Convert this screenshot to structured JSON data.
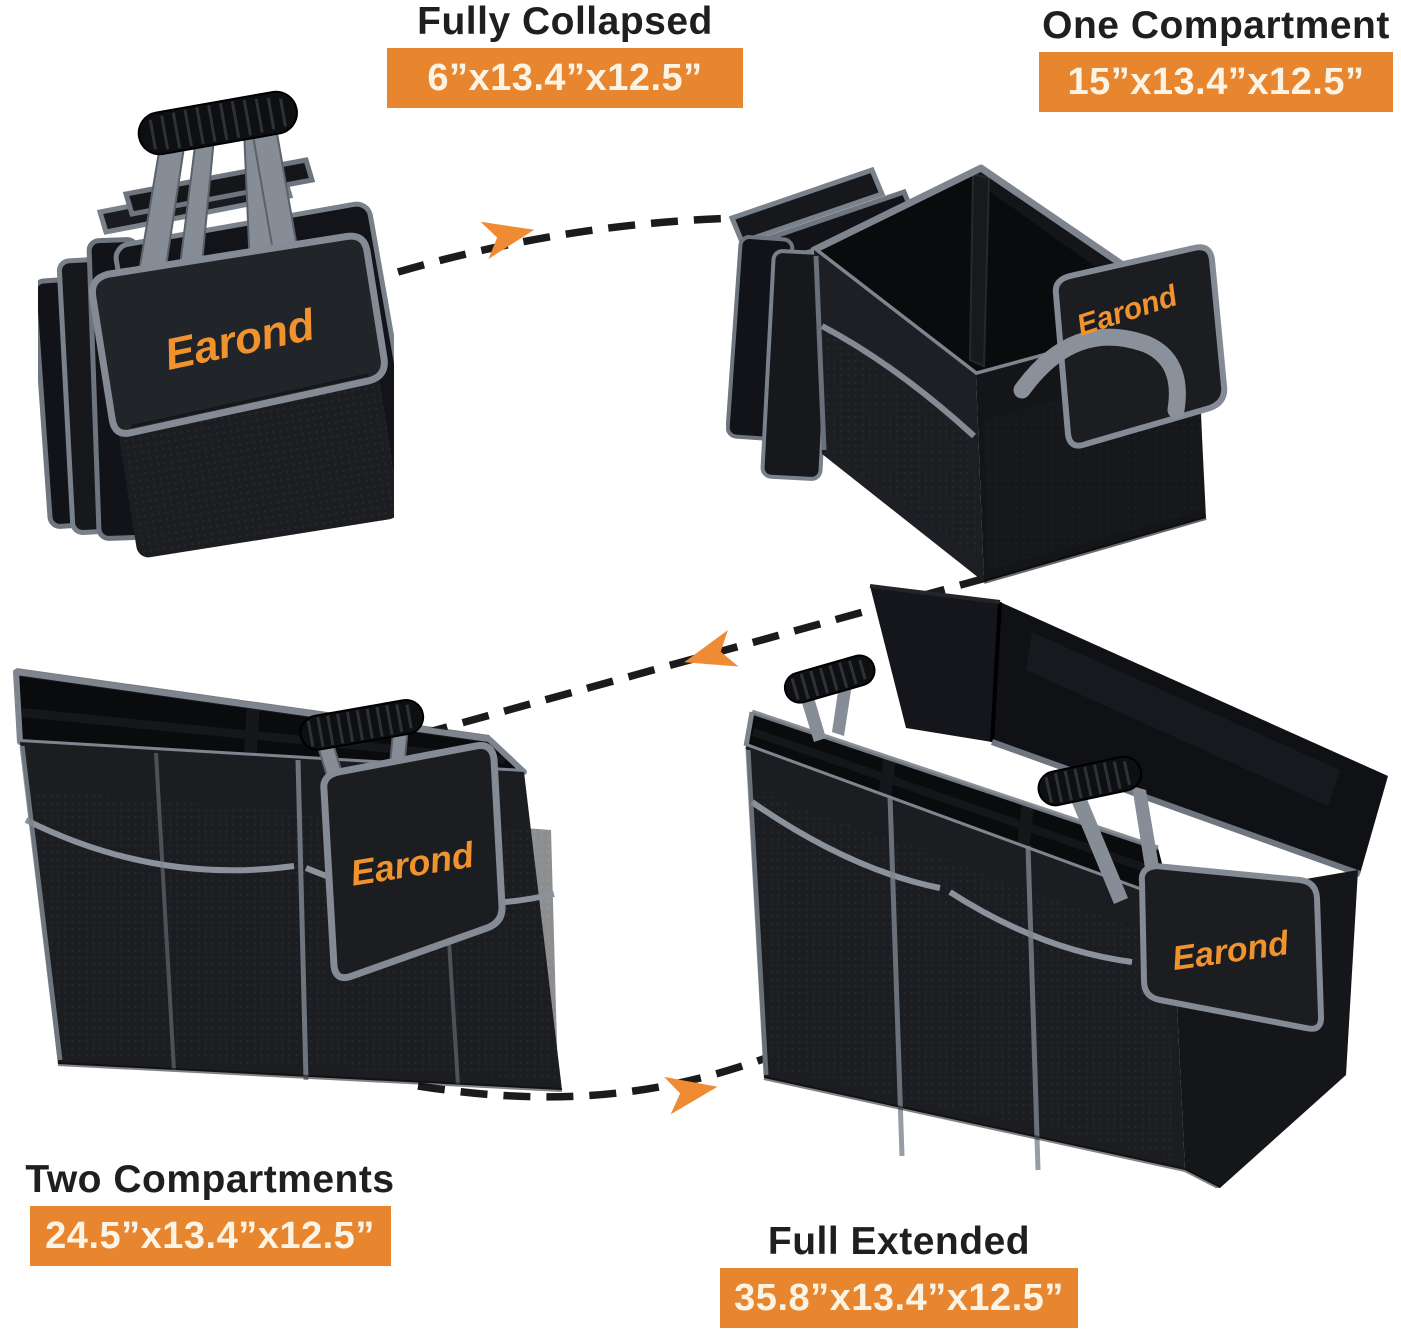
{
  "page": {
    "background_color": "#ffffff",
    "description": "Collapsible car trunk organizer shown in four fold states connected by dashed transition arrows"
  },
  "brand": {
    "logo_text": "Earond",
    "logo_color": "#F0922E"
  },
  "style": {
    "badge_bg": "#E8852F",
    "badge_text_color": "#FBF3E4",
    "title_color": "#1E1F21",
    "dash_color": "#1B1B1B",
    "arrowhead_color": "#EF8B33",
    "bag_body_color": "#1B1D21",
    "trim_gray": "#7E858E",
    "strap_gray": "#868D96"
  },
  "stages": [
    {
      "key": "fully-collapsed",
      "title": "Fully Collapsed",
      "dimensions": "6”x13.4”x12.5”"
    },
    {
      "key": "one-compartment",
      "title": "One Compartment",
      "dimensions": "15”x13.4”x12.5”"
    },
    {
      "key": "two-compartments",
      "title": "Two Compartments",
      "dimensions": "24.5”x13.4”x12.5”"
    },
    {
      "key": "full-extended",
      "title": "Full Extended",
      "dimensions": "35.8”x13.4”x12.5”"
    }
  ],
  "arrows": [
    {
      "from": "fully-collapsed",
      "to": "one-compartment",
      "direction": "right"
    },
    {
      "from": "one-compartment",
      "to": "two-compartments",
      "direction": "left"
    },
    {
      "from": "two-compartments",
      "to": "full-extended",
      "direction": "right"
    }
  ]
}
